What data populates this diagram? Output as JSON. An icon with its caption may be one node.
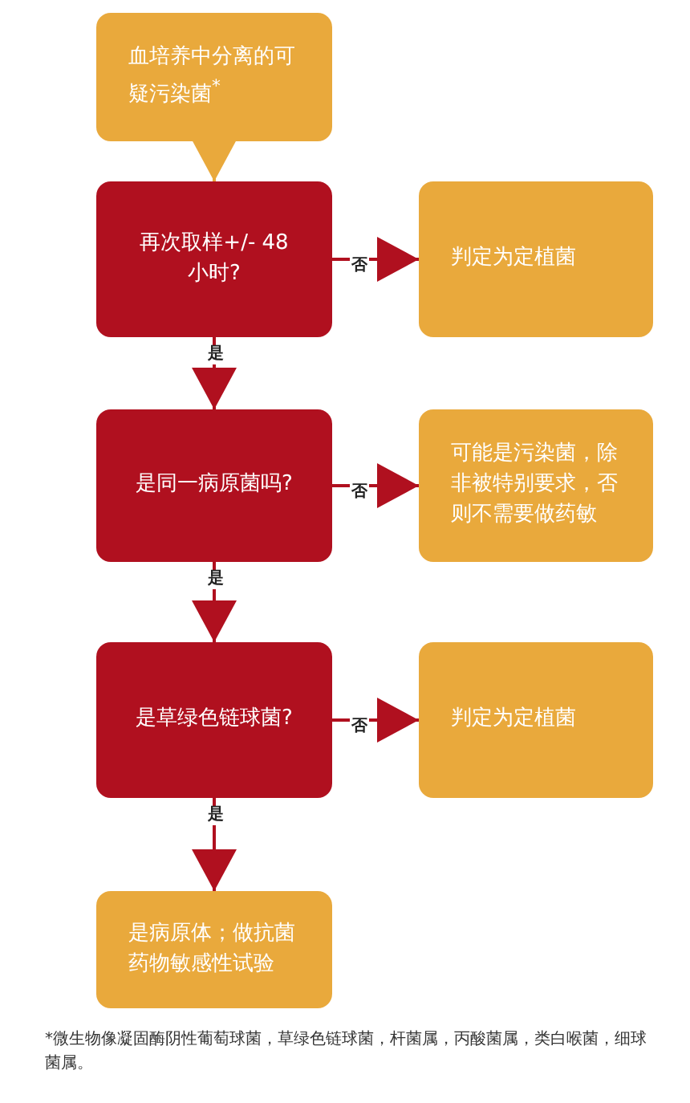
{
  "diagram": {
    "nodes": [
      {
        "text": [
          "血培养中分离的可疑污染菌$^{*}$"
        ]
      },
      {
        "text": [
          "再次取样+/- 48小时?"
        ]
      },
      {
        "text": [
          "判定为定植菌"
        ]
      },
      {
        "text": [
          "是同一病原菌吗?"
        ]
      },
      {
        "text": [
          "可能是污染菌，除非被特别要求，否则不需要做药敏"
        ]
      },
      {
        "text": [
          "是草绿色链球菌?"
        ]
      },
      {
        "text": [
          "判定为定植菌"
        ]
      },
      {
        "text": [
          "是病原体；做抗菌药物敏感性试验"
        ]
      }
    ],
    "edges": [
      {
        "from": 0,
        "to": 1,
        "arrow": "to",
        "color": "#e9a93c"
      },
      {
        "from": 1,
        "to": 2,
        "arrow": "to",
        "label": "否"
      },
      {
        "from": 1,
        "to": 3,
        "arrow": "to",
        "label": "是"
      },
      {
        "from": 3,
        "to": 4,
        "arrow": "to",
        "label": "否"
      },
      {
        "from": 3,
        "to": 5,
        "arrow": "to",
        "label": "是"
      },
      {
        "from": 5,
        "to": 6,
        "arrow": "to",
        "label": "否"
      },
      {
        "from": 5,
        "to": 7,
        "arrow": "to",
        "label": "是"
      }
    ],
    "labels": [
      "*微生物像凝固酶阴性葡萄球菌，草绿色链球菌，杆菌属，丙酸菌属，类白喉菌，细球菌属。"
    ]
  }
}
